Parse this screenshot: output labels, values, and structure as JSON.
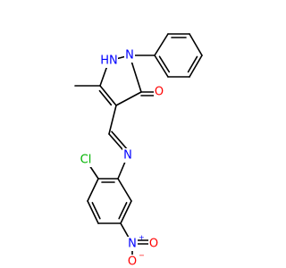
{
  "colors": {
    "bond": "#000000",
    "C": "#000000",
    "N": "#0000ff",
    "O": "#ff0000",
    "Cl": "#00b400"
  },
  "atoms": [
    {
      "id": "N1",
      "label": "N",
      "element": "N"
    },
    {
      "id": "NH",
      "label": "HN",
      "element": "N"
    },
    {
      "id": "O1",
      "label": "O",
      "element": "O"
    },
    {
      "id": "N3",
      "label": "N",
      "element": "N"
    },
    {
      "id": "Cl",
      "label": "Cl",
      "element": "Cl"
    },
    {
      "id": "N4",
      "label": "N",
      "element": "N",
      "charge": "+"
    },
    {
      "id": "O2",
      "label": "O",
      "element": "O"
    },
    {
      "id": "O3",
      "label": "O",
      "element": "O",
      "charge": "−"
    }
  ]
}
